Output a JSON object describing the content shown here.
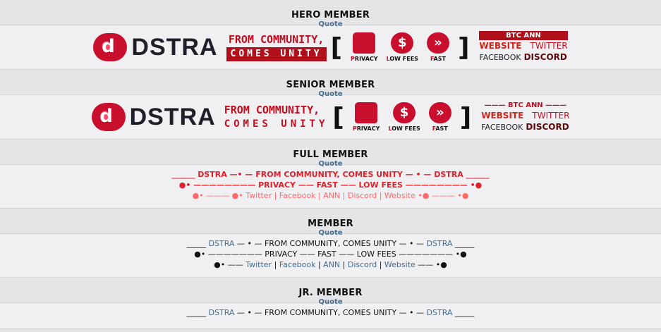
{
  "ranks": [
    {
      "title": "HERO MEMBER",
      "quote": "Quote"
    },
    {
      "title": "SENIOR MEMBER",
      "quote": "Quote"
    },
    {
      "title": "FULL MEMBER",
      "quote": "Quote"
    },
    {
      "title": "MEMBER",
      "quote": "Quote"
    },
    {
      "title": "JR. MEMBER",
      "quote": "Quote"
    }
  ],
  "sig": {
    "brand": "DSTRA",
    "slogan1": "FROM COMMUNITY,",
    "slogan2": "COMES UNITY",
    "features": [
      {
        "first": "P",
        "rest": "RIVACY",
        "icon": "shopping-bag-icon"
      },
      {
        "first": "L",
        "rest": "OW FEES",
        "icon": "dollar-coin-icon"
      },
      {
        "first": "F",
        "rest": "AST",
        "icon": "fast-forward-icon"
      }
    ],
    "btc_ann": "BTC ANN",
    "website": "WEBSITE",
    "twitter": "TWITTER",
    "facebook": "FACEBOOK",
    "discord": "DISCORD"
  },
  "full": {
    "line1": "______ DSTRA —• — FROM COMMUNITY, COMES UNITY — • — DSTRA ______",
    "line2": "●• ———————— PRIVACY —— FAST —— LOW FEES ———————— •●",
    "line3": "●• ——— ●• Twitter | Facebook | ANN | Discord | Website •● ——— •●"
  },
  "member": {
    "l1_pre": "_____ ",
    "l1_a": "DSTRA",
    "l1_mid": " — • — FROM COMMUNITY, COMES UNITY — • — ",
    "l1_b": "DSTRA",
    "l1_post": " _____",
    "l2": "●• ——————— PRIVACY —— FAST —— LOW FEES ——————— •●",
    "l3_pre": "●• —— ",
    "links": [
      "Twitter",
      "Facebook",
      "ANN",
      "Discord",
      "Website"
    ],
    "l3_post": " —— •●"
  },
  "jr": {
    "l1_pre": "_____ ",
    "l1_a": "DSTRA",
    "l1_mid": " — • — FROM COMMUNITY, COMES UNITY — • — ",
    "l1_b": "DSTRA",
    "l1_post": " _____"
  }
}
